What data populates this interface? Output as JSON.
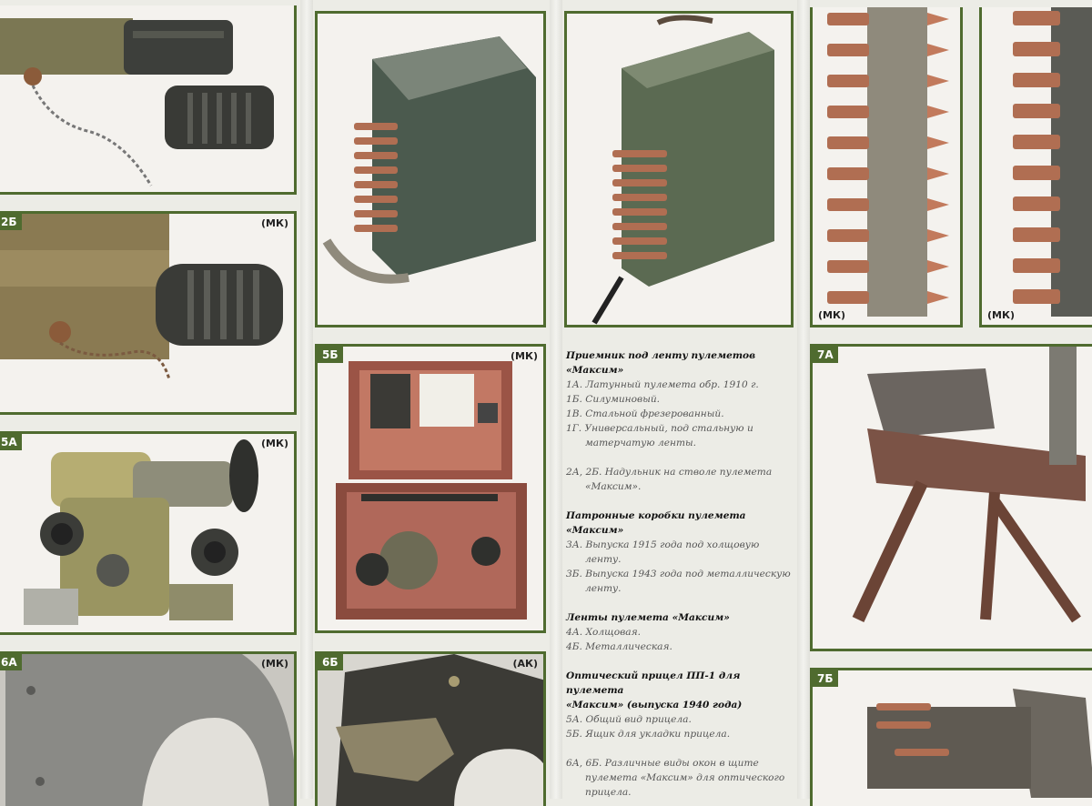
{
  "panels": {
    "p1": {
      "label": "",
      "mark": ""
    },
    "p2b": {
      "label": "2Б",
      "mark": "(МК)"
    },
    "p5a": {
      "label": "5А",
      "mark": "(МК)"
    },
    "p6a": {
      "label": "6А",
      "mark": "(МК)"
    },
    "p3a": {
      "label": "",
      "mark": ""
    },
    "p5b": {
      "label": "5Б",
      "mark": "(МК)"
    },
    "p6b": {
      "label": "6Б",
      "mark": "(АК)"
    },
    "p3b": {
      "label": "",
      "mark": ""
    },
    "p4a": {
      "label": "",
      "mark": "(МК)"
    },
    "p4b": {
      "label": "",
      "mark": "(МК)"
    },
    "p7a": {
      "label": "7А",
      "mark": ""
    },
    "p7b": {
      "label": "7Б",
      "mark": ""
    }
  },
  "caption": {
    "s1": {
      "head1": "Приемник под ленту пулеметов",
      "head2": "«Максим»",
      "i1": "1А. Латунный пулемета обр. 1910 г.",
      "i2": "1Б. Силуминовый.",
      "i3": "1В. Стальной фрезерованный.",
      "i4a": "1Г. Универсальный, под стальную и",
      "i4b": "матерчатую ленты.",
      "i5a": "2А, 2Б. Надульник на стволе пулемета",
      "i5b": "«Максим»."
    },
    "s2": {
      "head1": "Патронные коробки пулемета",
      "head2": "«Максим»",
      "i1a": "3А. Выпуска 1915 года под холщовую",
      "i1b": "ленту.",
      "i2a": "3Б. Выпуска 1943 года под металлическую",
      "i2b": "ленту."
    },
    "s3": {
      "head": "Ленты пулемета «Максим»",
      "i1": "4А. Холщовая.",
      "i2": "4Б. Металлическая."
    },
    "s4": {
      "head1": "Оптический прицел ПП-1 для пулемета",
      "head2": "«Максим» (выпуска 1940 года)",
      "i1": "5А. Общий вид прицела.",
      "i2": "5Б. Ящик для укладки прицела.",
      "i3a": "6А, 6Б. Различные виды окон в щите",
      "i3b": "пулемета «Максим» для оптического",
      "i3c": "прицела."
    }
  },
  "colors": {
    "frame": "#4f6b2f",
    "metal_olive": "#7a7d52",
    "metal_dark": "#3a3c37",
    "box_red": "#9b5446",
    "copper": "#b06e52",
    "canvas": "#8f8a7c"
  }
}
